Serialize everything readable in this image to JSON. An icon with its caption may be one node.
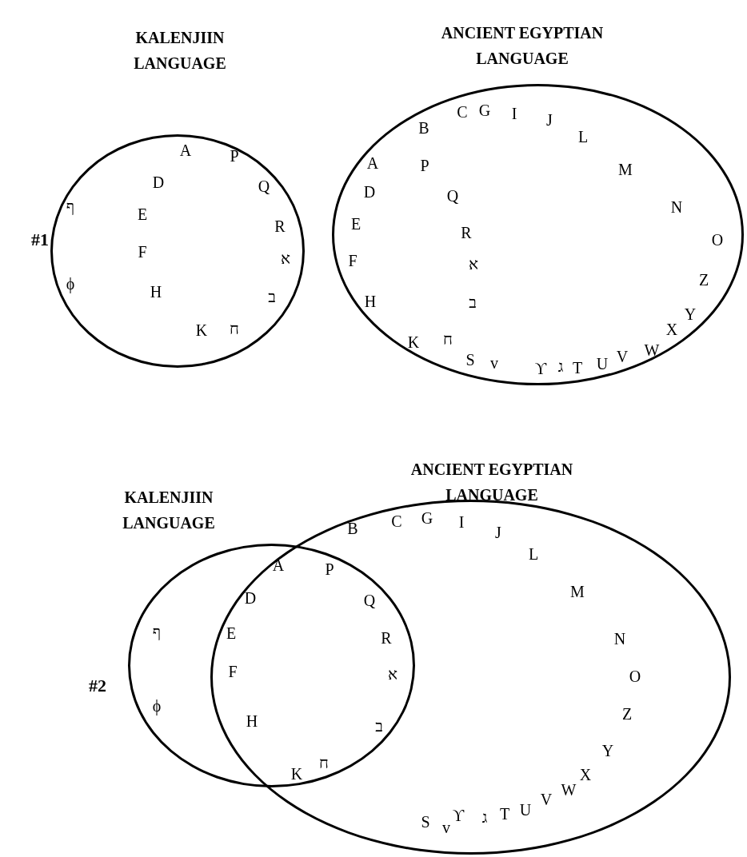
{
  "diagram": {
    "nodes": [
      {
        "text": [
          "KALENJIIN LANGUAGE"
        ]
      },
      {
        "text": [
          "ANCIENT EGYPTIAN LANGUAGE"
        ]
      },
      {
        "text": [
          "KALENJIIN LANGUAGE"
        ]
      },
      {
        "text": [
          "ANCIENT EGYPTIAN LANGUAGE"
        ]
      }
    ],
    "edges": [],
    "labels": [
      "#1",
      "A",
      "P",
      "D",
      "Q",
      "ף",
      "E",
      "R",
      "F",
      "א",
      "ϕ",
      "H",
      "ב",
      "K",
      "ח",
      "G",
      "C",
      "I",
      "J",
      "B",
      "L",
      "A",
      "P",
      "M",
      "D",
      "Q",
      "N",
      "E",
      "R",
      "O",
      "F",
      "א",
      "Z",
      "H",
      "ב",
      "Y",
      "X",
      "ח",
      "K",
      "W",
      "V",
      "U",
      "T",
      "ϒ",
      "ג",
      "S",
      "v",
      "#2",
      "B",
      "C",
      "G",
      "I",
      "J",
      "L",
      "A",
      "P",
      "M",
      "D",
      "Q",
      "ף",
      "E",
      "R",
      "N",
      "F",
      "א",
      "O",
      "ϕ",
      "Z",
      "H",
      "ב",
      "Y",
      "ח",
      "K",
      "X",
      "W",
      "V",
      "U",
      "T",
      "ϒ",
      "ג",
      "S",
      "v"
    ]
  }
}
